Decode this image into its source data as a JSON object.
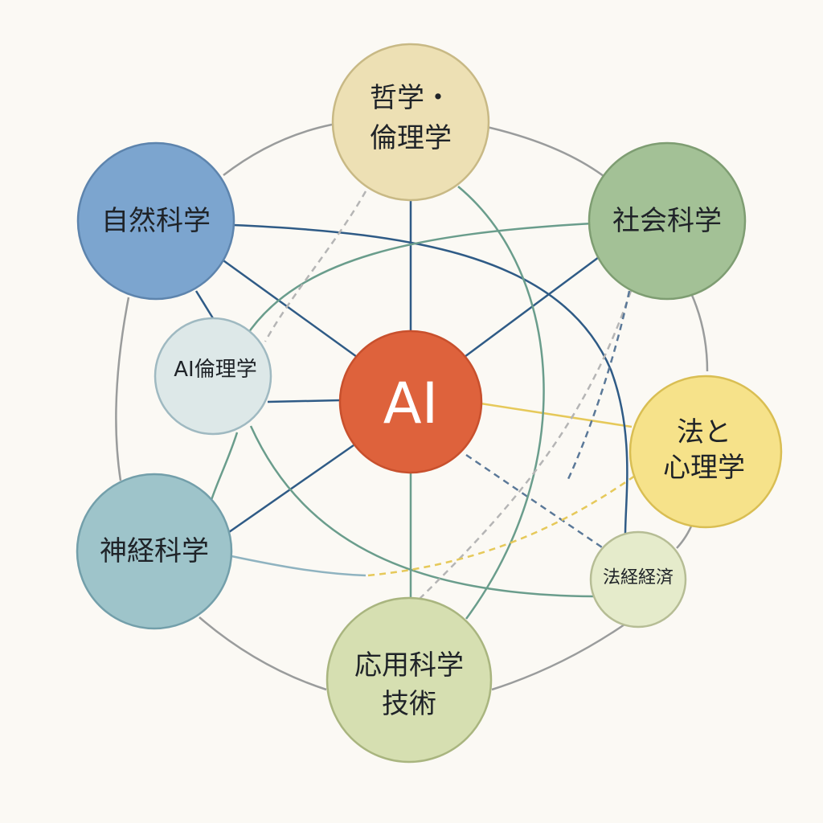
{
  "diagram": {
    "center": {
      "label": "AI",
      "color": "#de623c"
    },
    "nodes": {
      "philosophy": {
        "line1": "哲学・",
        "line2": "倫理学",
        "color": "#ede0b4"
      },
      "natural_science": {
        "label": "自然科学",
        "color": "#7ca5cf"
      },
      "social_science": {
        "label": "社会科学",
        "color": "#a3c196"
      },
      "ai_ethics": {
        "label": "AI倫理学",
        "color": "#dde8e8"
      },
      "law_psychology": {
        "line1": "法と",
        "line2": "心理学",
        "color": "#f6e28a"
      },
      "neuroscience": {
        "label": "神経科学",
        "color": "#9ec4ca"
      },
      "law_economics": {
        "label": "法経経済",
        "color": "#e5ebcb"
      },
      "applied_science": {
        "line1": "応用科学",
        "line2": "技術",
        "color": "#d6dfb1"
      }
    },
    "line_colors": {
      "ring": "#9a9c9c",
      "navy": "#2f5b86",
      "teal": "#6a9d8c",
      "yellow": "#e6c95a",
      "dashed_gray": "#b5b5b5",
      "dashed_blue": "#5a7898"
    }
  }
}
